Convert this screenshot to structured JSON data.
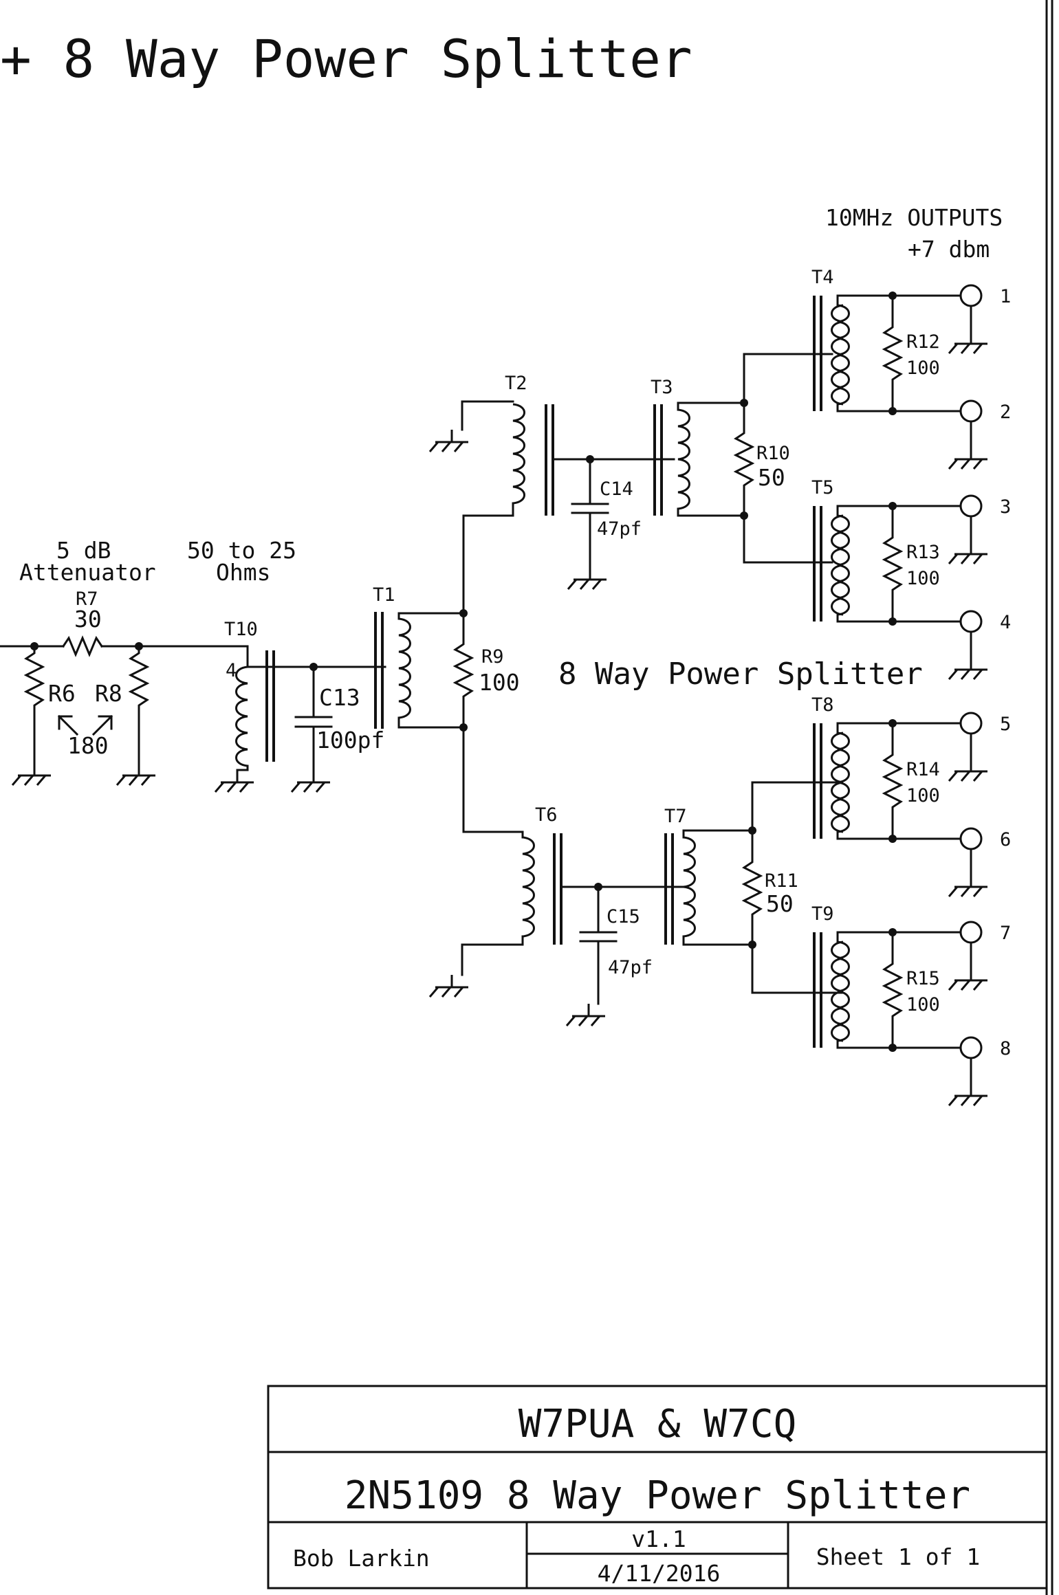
{
  "title": "+ 8 Way Power Splitter",
  "section_label": "8 Way Power Splitter",
  "outputs": {
    "heading": "10MHz OUTPUTS",
    "level": "+7 dbm",
    "numbers": [
      "1",
      "2",
      "3",
      "4",
      "5",
      "6",
      "7",
      "8"
    ]
  },
  "attenuator": {
    "title_line1": "5 dB",
    "title_line2": "Attenuator",
    "series_ref": "R7",
    "series_value": "30",
    "shunt_ref_left": "R6",
    "shunt_ref_right": "R8",
    "shunt_value": "180"
  },
  "transformer_match": {
    "line1": "50 to 25",
    "line2": "Ohms",
    "ref": "T10",
    "pin": "4"
  },
  "transformers": {
    "t1": "T1",
    "t2": "T2",
    "t3": "T3",
    "t4": "T4",
    "t5": "T5",
    "t6": "T6",
    "t7": "T7",
    "t8": "T8",
    "t9": "T9"
  },
  "resistors": {
    "r9": {
      "ref": "R9",
      "value": "100"
    },
    "r10": {
      "ref": "R10",
      "value": "50"
    },
    "r11": {
      "ref": "R11",
      "value": "50"
    },
    "r12": {
      "ref": "R12",
      "value": "100"
    },
    "r13": {
      "ref": "R13",
      "value": "100"
    },
    "r14": {
      "ref": "R14",
      "value": "100"
    },
    "r15": {
      "ref": "R15",
      "value": "100"
    }
  },
  "capacitors": {
    "c13": {
      "ref": "C13",
      "value": "100pf"
    },
    "c14": {
      "ref": "C14",
      "value": "47pf"
    },
    "c15": {
      "ref": "C15",
      "value": "47pf"
    }
  },
  "title_block": {
    "authors": "W7PUA  & W7CQ",
    "drawing_title": "2N5109 8 Way Power Splitter",
    "designer": "Bob Larkin",
    "version": "v1.1",
    "date": "4/11/2016",
    "sheet": "Sheet 1 of 1"
  }
}
